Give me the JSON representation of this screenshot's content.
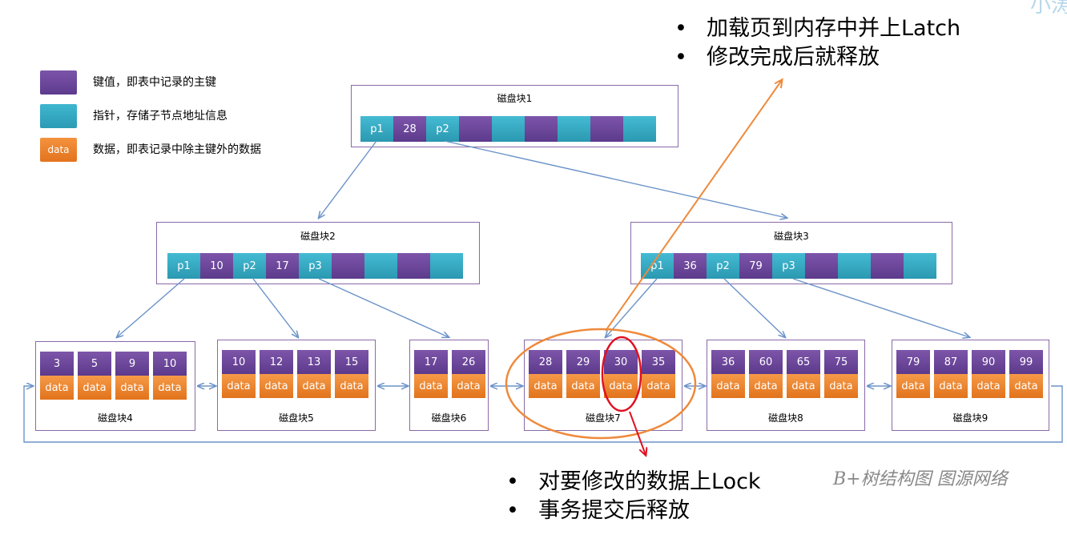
{
  "legend": {
    "items": [
      {
        "type": "key",
        "swatch_text": "",
        "text": "键值，即表中记录的主键"
      },
      {
        "type": "pointer",
        "swatch_text": "",
        "text": "指针，存储子节点地址信息"
      },
      {
        "type": "data",
        "swatch_text": "data",
        "text": "数据，即表记录中除主键外的数据"
      }
    ]
  },
  "colors": {
    "key": "#6a47a0",
    "pointer": "#34a8c2",
    "data": "#ee8530",
    "link_arrow": "#6b93c9",
    "latch_arrow": "#ee8a3c",
    "lock_highlight": "#e01020"
  },
  "root": {
    "title": "磁盘块1",
    "cells": [
      {
        "type": "pointer",
        "text": "p1"
      },
      {
        "type": "key",
        "text": "28"
      },
      {
        "type": "pointer",
        "text": "p2"
      },
      {
        "type": "key",
        "text": ""
      },
      {
        "type": "pointer",
        "text": ""
      },
      {
        "type": "key",
        "text": ""
      },
      {
        "type": "pointer",
        "text": ""
      },
      {
        "type": "key",
        "text": ""
      },
      {
        "type": "pointer",
        "text": ""
      }
    ]
  },
  "internal": [
    {
      "title": "磁盘块2",
      "cells": [
        {
          "type": "pointer",
          "text": "p1"
        },
        {
          "type": "key",
          "text": "10"
        },
        {
          "type": "pointer",
          "text": "p2"
        },
        {
          "type": "key",
          "text": "17"
        },
        {
          "type": "pointer",
          "text": "p3"
        },
        {
          "type": "key",
          "text": ""
        },
        {
          "type": "pointer",
          "text": ""
        },
        {
          "type": "key",
          "text": ""
        },
        {
          "type": "pointer",
          "text": ""
        }
      ]
    },
    {
      "title": "磁盘块3",
      "cells": [
        {
          "type": "pointer",
          "text": "p1"
        },
        {
          "type": "key",
          "text": "36"
        },
        {
          "type": "pointer",
          "text": "p2"
        },
        {
          "type": "key",
          "text": "79"
        },
        {
          "type": "pointer",
          "text": "p3"
        },
        {
          "type": "key",
          "text": ""
        },
        {
          "type": "pointer",
          "text": ""
        },
        {
          "type": "key",
          "text": ""
        },
        {
          "type": "pointer",
          "text": ""
        }
      ]
    }
  ],
  "leaves": [
    {
      "title": "磁盘块4",
      "keys": [
        "3",
        "5",
        "9",
        "10"
      ],
      "data_label": "data"
    },
    {
      "title": "磁盘块5",
      "keys": [
        "10",
        "12",
        "13",
        "15"
      ],
      "data_label": "data"
    },
    {
      "title": "磁盘块6",
      "keys": [
        "17",
        "26"
      ],
      "data_label": "data"
    },
    {
      "title": "磁盘块7",
      "keys": [
        "28",
        "29",
        "30",
        "35"
      ],
      "data_label": "data"
    },
    {
      "title": "磁盘块8",
      "keys": [
        "36",
        "60",
        "65",
        "75"
      ],
      "data_label": "data"
    },
    {
      "title": "磁盘块9",
      "keys": [
        "79",
        "87",
        "90",
        "99"
      ],
      "data_label": "data"
    }
  ],
  "latch_notes": [
    "加载页到内存中并上Latch",
    "修改完成后就释放"
  ],
  "lock_notes": [
    "对要修改的数据上Lock",
    "事务提交后释放"
  ],
  "caption": "B+树结构图 图源网络",
  "watermark": "小涛"
}
